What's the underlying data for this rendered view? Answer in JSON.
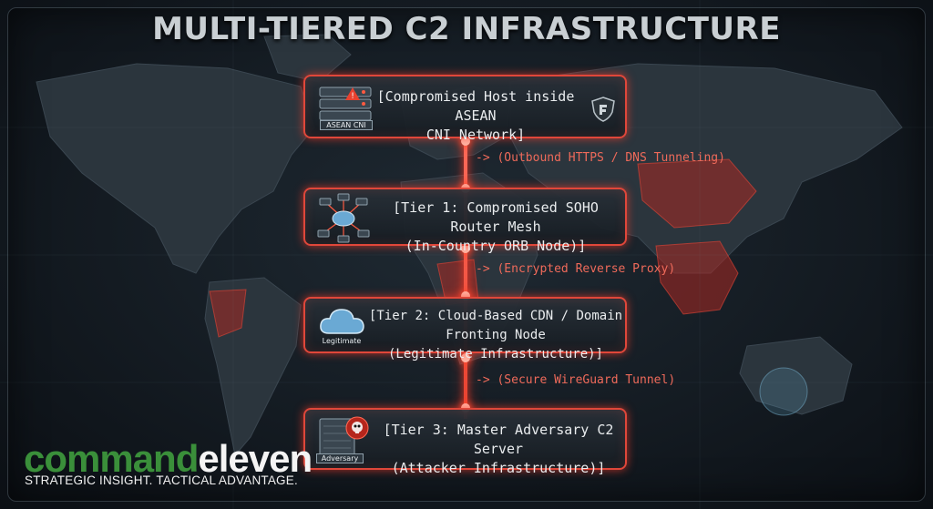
{
  "title": "MULTI-TIERED C2 INFRASTRUCTURE",
  "nodes": [
    {
      "text": "[Compromised Host inside ASEAN\nCNI Network]",
      "icon_label": "ASEAN CNI",
      "icon": "server-alert-icon"
    },
    {
      "text": "[Tier 1: Compromised SOHO Router Mesh\n(In-Country ORB Node)]",
      "icon": "router-mesh-icon"
    },
    {
      "text": "[Tier 2: Cloud-Based CDN / Domain Fronting Node\n(Legitimate Infrastructure)]",
      "icon_label": "Legitimate",
      "icon": "cloud-icon"
    },
    {
      "text": "[Tier 3: Master Adversary C2 Server\n(Attacker Infrastructure)]",
      "icon_label": "Adversary",
      "icon": "skull-server-icon"
    }
  ],
  "connections": [
    "-> (Outbound HTTPS / DNS Tunneling)",
    "-> (Encrypted Reverse Proxy)",
    "-> (Secure WireGuard Tunnel)"
  ],
  "logo": {
    "part1": "command",
    "part2": "eleven",
    "tagline": "STRATEGIC INSIGHT. TACTICAL ADVANTAGE."
  },
  "colors": {
    "accent": "#e0473a",
    "glow": "#ff3b28",
    "logo_green": "#3a8f3a"
  }
}
